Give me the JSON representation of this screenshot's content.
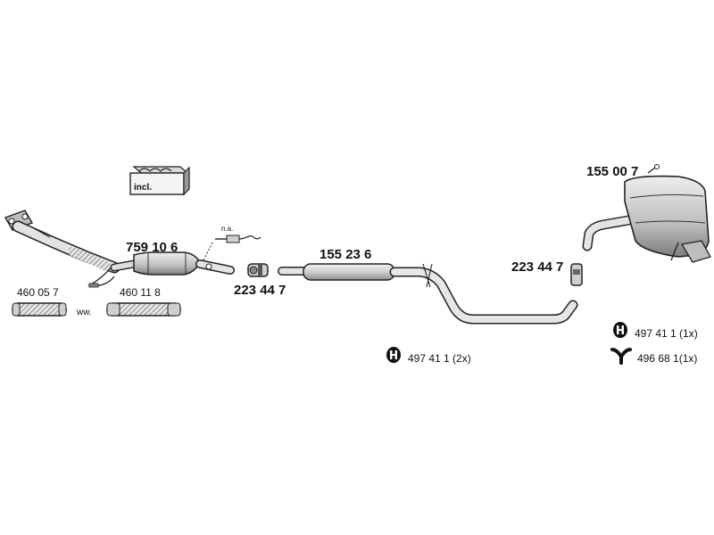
{
  "parts": {
    "catalytic_converter": "759 10 6",
    "sensor_note": "n.a.",
    "kit_label": "incl.",
    "clamp_front": "223 44 7",
    "flex_pipe_1": "460 05 7",
    "flex_pipe_sep": "ww.",
    "flex_pipe_2": "460 11 8",
    "middle_silencer": "155 23 6",
    "clamp_rear": "223 44 7",
    "rear_silencer": "155 00 7"
  },
  "mountings": [
    {
      "code": "497 41 1 (2x)",
      "icon": "rubber-mount-icon"
    },
    {
      "code": "497 41 1 (1x)",
      "icon": "rubber-mount-icon"
    },
    {
      "code": "496 68 1(1x)",
      "icon": "y-hanger-icon"
    }
  ],
  "colors": {
    "line": "#222222",
    "fill_light": "#e4e4e4",
    "fill_mid": "#c8c8c8",
    "fill_dark": "#9a9a9a"
  }
}
